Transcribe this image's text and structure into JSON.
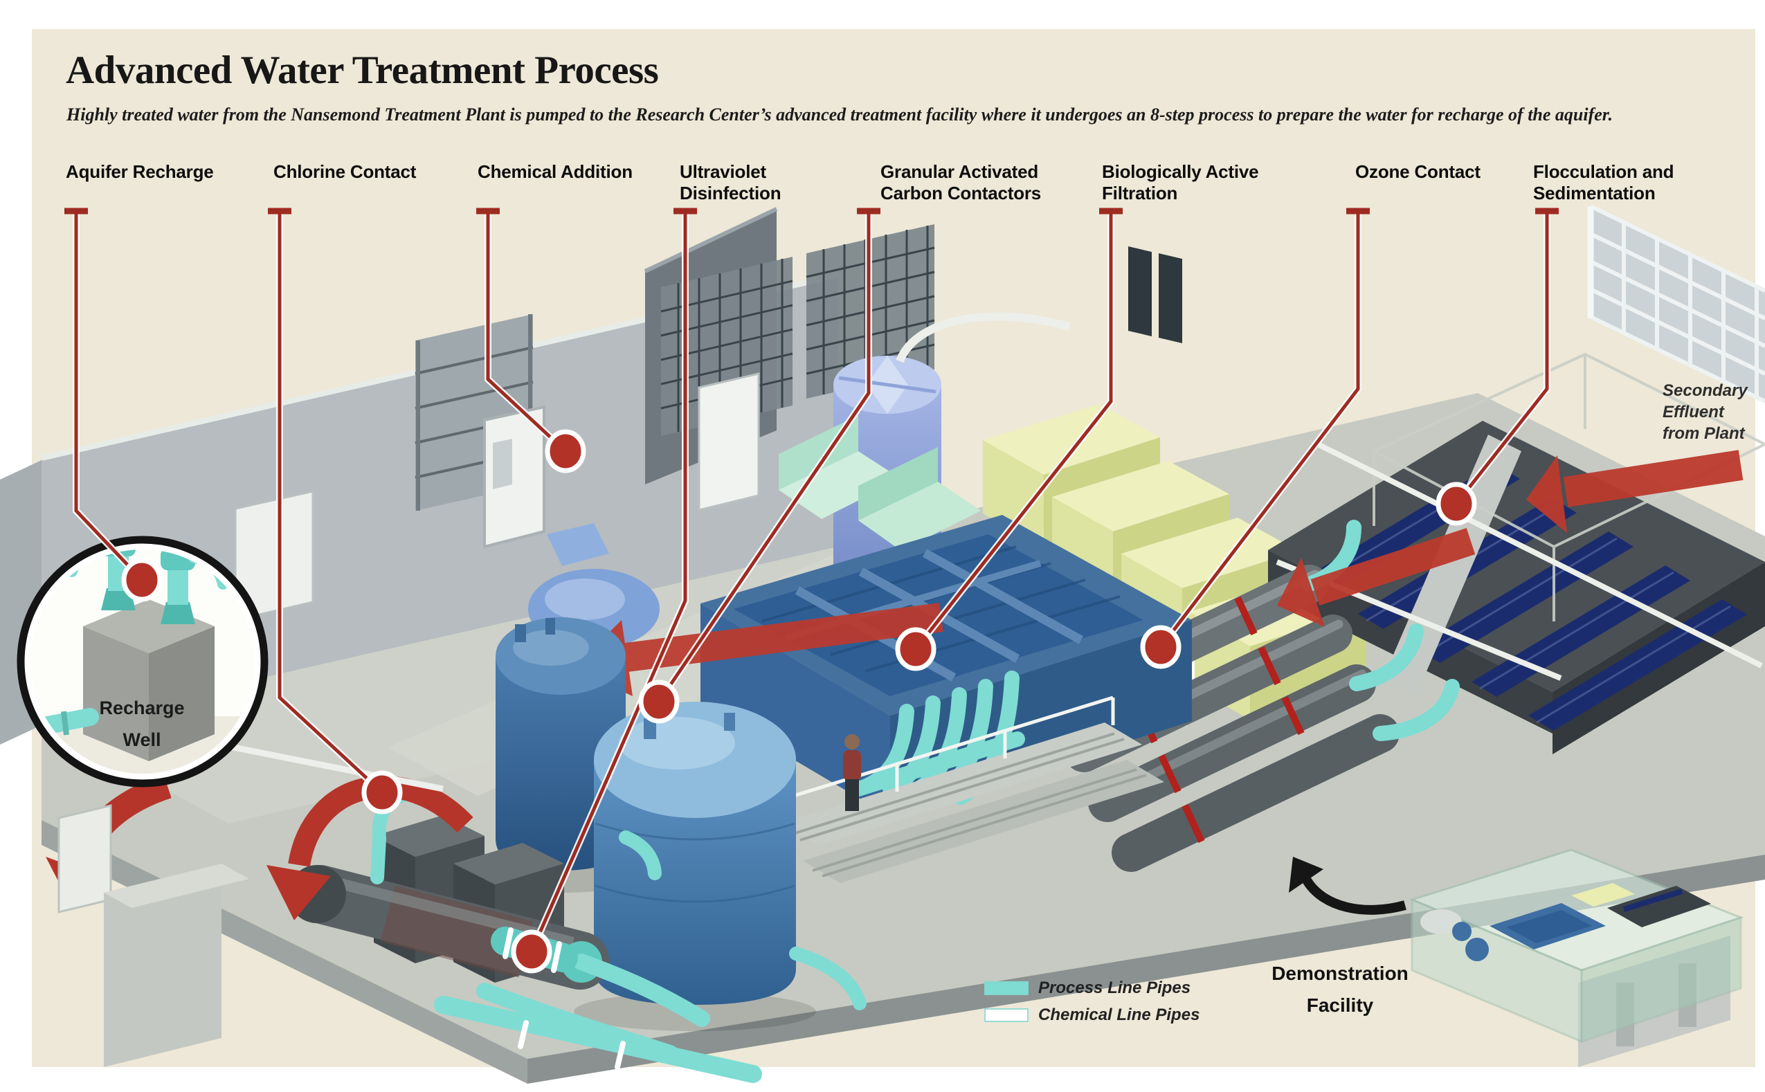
{
  "header": {
    "title": "Advanced Water Treatment Process",
    "subtitle": "Highly treated water from the Nansemond Treatment Plant is pumped to the Research Center’s advanced treatment facility where it undergoes an 8-step process to prepare the water for recharge of the aquifer."
  },
  "process_steps": [
    {
      "id": "aquifer-recharge",
      "label": "Aquifer Recharge"
    },
    {
      "id": "chlorine-contact",
      "label": "Chlorine Contact"
    },
    {
      "id": "chemical-addition",
      "label": "Chemical Addition"
    },
    {
      "id": "ultraviolet-disinfection",
      "label": "Ultraviolet\nDisinfection"
    },
    {
      "id": "granular-activated-carbon-contactors",
      "label": "Granular Activated\nCarbon Contactors"
    },
    {
      "id": "biologically-active-filtration",
      "label": "Biologically Active\nFiltration"
    },
    {
      "id": "ozone-contact",
      "label": "Ozone Contact"
    },
    {
      "id": "flocculation-sedimentation",
      "label": "Flocculation and\nSedimentation"
    }
  ],
  "annotations": {
    "secondary_effluent": "Secondary\nEffluent\nfrom Plant",
    "recharge_well": "Recharge\nWell",
    "demonstration_facility": "Demonstration\nFacility"
  },
  "legend": {
    "items": [
      {
        "label": "Process Line Pipes",
        "swatch_color": "#7EDCD3"
      },
      {
        "label": "Chemical Line Pipes",
        "swatch_color": "#FFFFFF"
      }
    ]
  },
  "colors": {
    "background": "#EDE8D7",
    "leader_red": "#9E2B22",
    "dot_red": "#B23228",
    "arrow_red": "#BC3A2E",
    "pipe_teal": "#7EDCD3",
    "vessel_blue": "#3F6FA3",
    "baf_cell_yellow": "#E9EDB0",
    "basin_water_blue": "#1B2C6E"
  }
}
